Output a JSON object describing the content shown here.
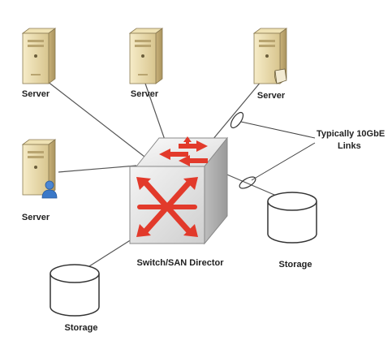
{
  "diagram": {
    "servers": [
      {
        "label": "Server",
        "badge": "none"
      },
      {
        "label": "Server",
        "badge": "none"
      },
      {
        "label": "Server",
        "badge": "document"
      },
      {
        "label": "Server",
        "badge": "user"
      }
    ],
    "switch": {
      "label": "Switch/SAN Director"
    },
    "storage": [
      {
        "label": "Storage"
      },
      {
        "label": "Storage"
      }
    ],
    "callout": {
      "line1": "Typically 10GbE",
      "line2": "Links"
    },
    "colors": {
      "arrow": "#e23a2b",
      "line": "#555555",
      "server_body": "#e9d8a6",
      "server_edge": "#8a7a52",
      "storage_fill": "#ffffff",
      "user_badge": "#3a78c8"
    }
  }
}
